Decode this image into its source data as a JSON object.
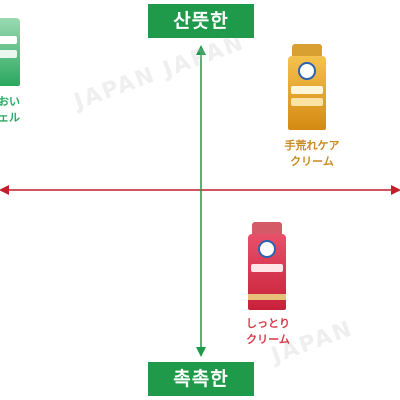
{
  "axis_labels": {
    "top": "산뜻한",
    "bottom": "촉촉한"
  },
  "products": [
    {
      "name": "left-product",
      "caption_lines": [
        "おい",
        "ェル"
      ],
      "color": "#2aa85f"
    },
    {
      "name": "hand-care-cream",
      "caption_lines": [
        "手荒れケア",
        "クリーム"
      ],
      "color": "#c98a1e"
    },
    {
      "name": "moist-cream",
      "caption_lines": [
        "しっとり",
        "クリーム"
      ],
      "color": "#d53a47"
    }
  ],
  "colors": {
    "horizontal_axis": "#c41e2a",
    "vertical_axis": "#1f9a4a",
    "label_background": "#1f9a4a"
  }
}
